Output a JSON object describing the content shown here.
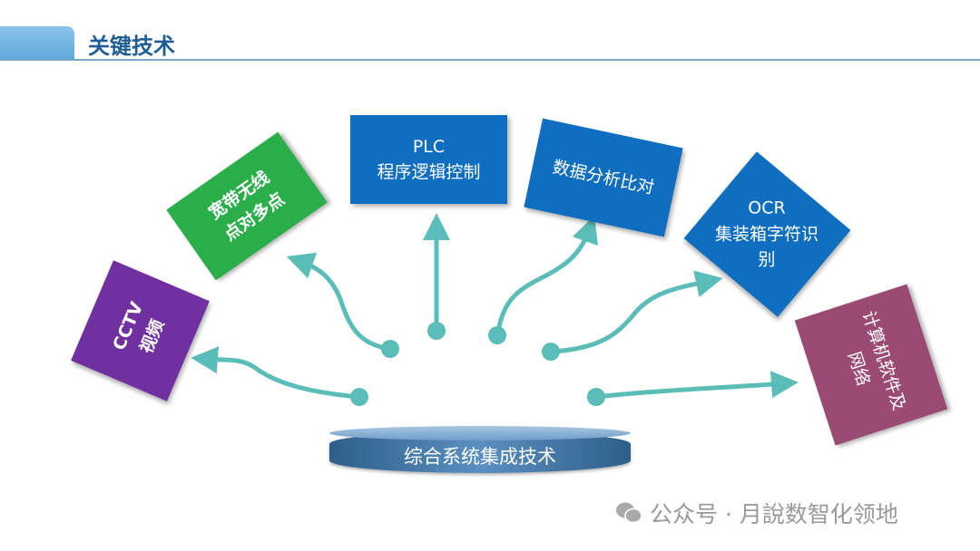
{
  "header": {
    "title": "关键技术"
  },
  "center": {
    "label": "综合系统集成技术"
  },
  "nodes": [
    {
      "label": "CCTV\n视频",
      "color": "#7030a0"
    },
    {
      "label": "宽带无线\n点对多点",
      "color": "#2aae4a"
    },
    {
      "label": "PLC\n程序逻辑控制",
      "color": "#0f6ec0"
    },
    {
      "label": "数据分析比对",
      "color": "#0f6ec0"
    },
    {
      "label": "OCR\n集装箱字符识\n别",
      "color": "#0f6ec0"
    },
    {
      "label": "计算机软件及\n网络",
      "color": "#9b4a74"
    }
  ],
  "arrow_color": "#5bbdb8",
  "watermark": {
    "text": "公众号 · 月說数智化领地"
  }
}
